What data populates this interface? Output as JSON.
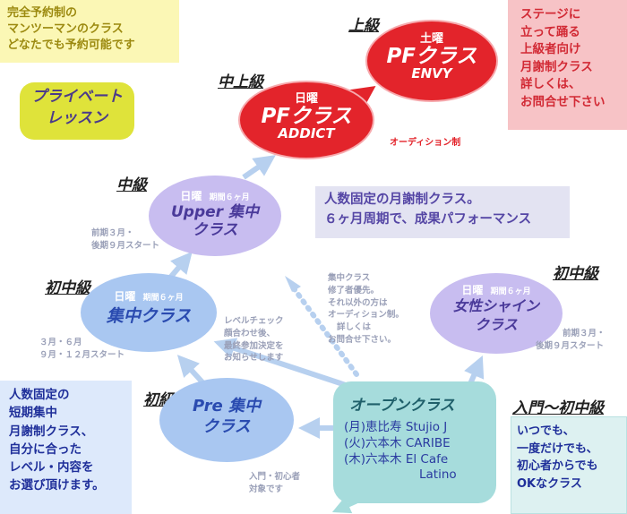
{
  "top_left_note": [
    "完全予約制の",
    "マンツーマンのクラス",
    "どなたでも予約可能です"
  ],
  "private_lesson": [
    "プライベート",
    "レッスン"
  ],
  "top_right_note": [
    "ステージに",
    "立って踊る",
    "上級者向け",
    "月謝制クラス",
    "詳しくは、",
    "お問合せ下さい"
  ],
  "levels": {
    "advanced": "上級",
    "upper_intermediate": "中上級",
    "intermediate": "中級",
    "pre_intermediate_left": "初中級",
    "pre_intermediate_right": "初中級",
    "beginner": "初級",
    "intro_to_pre_intermediate": "入門〜初中級"
  },
  "pf_envy": {
    "day": "土曜",
    "title": "PFクラス",
    "sub": "ENVY"
  },
  "pf_addict": {
    "day": "日曜",
    "title": "PFクラス",
    "sub": "ADDICT"
  },
  "audition_note": "オーディション制",
  "upper": {
    "day": "日曜",
    "period": "期間６ヶ月",
    "title_a": "Upper 集中",
    "title_b": "クラス"
  },
  "upper_schedule": [
    "前期３月・",
    "後期９月スタート"
  ],
  "fixed_note": [
    "人数固定の月謝制クラス。",
    "６ヶ月周期で、成果パフォーマンス"
  ],
  "intensive": {
    "day": "日曜",
    "period": "期間６ヶ月",
    "title": "集中クラス"
  },
  "intensive_schedule": [
    "３月・６月",
    "９月・１２月スタート"
  ],
  "level_check_note": [
    "レベルチェック",
    "顔合わせ後、",
    "最終参加決定を",
    "お知らせします"
  ],
  "intensive_priority_note": [
    "集中クラス",
    "修了者優先。",
    "それ以外の方は",
    "オーディション制。",
    "詳しくは",
    "お問合せ下さい。"
  ],
  "women": {
    "day": "日曜",
    "period": "期間６ヶ月",
    "title_a": "女性シャイン",
    "title_b": "クラス"
  },
  "women_schedule": [
    "前期３月・",
    "後期９月スタート"
  ],
  "pre": {
    "title_a": "Pre 集中",
    "title_b": "クラス"
  },
  "pre_target": [
    "入門・初心者",
    "対象です"
  ],
  "bottom_left_note": [
    "人数固定の",
    "短期集中",
    "月謝制クラス、",
    "自分に合った",
    "レベル・内容を",
    "お選び頂けます。"
  ],
  "open_class": {
    "title": "オープンクラス",
    "lines": [
      "(月)恵比寿 Stujio J",
      "(火)六本木 CARIBE",
      "(木)六本木 El Cafe"
    ],
    "last": "Latino"
  },
  "bottom_right_note": [
    "いつでも、",
    "一度だけでも、",
    "初心者からでも",
    "OKなクラス"
  ],
  "colors": {
    "red": "#e3242b",
    "lavender": "#c8bdf0",
    "blue": "#a9c7f1",
    "teal": "#a6dcdc",
    "yellow_note": "#fbf7b5",
    "pink_note": "#f7c3c6",
    "purple_note": "#e3e3f2",
    "blue_note": "#dde9fb"
  }
}
